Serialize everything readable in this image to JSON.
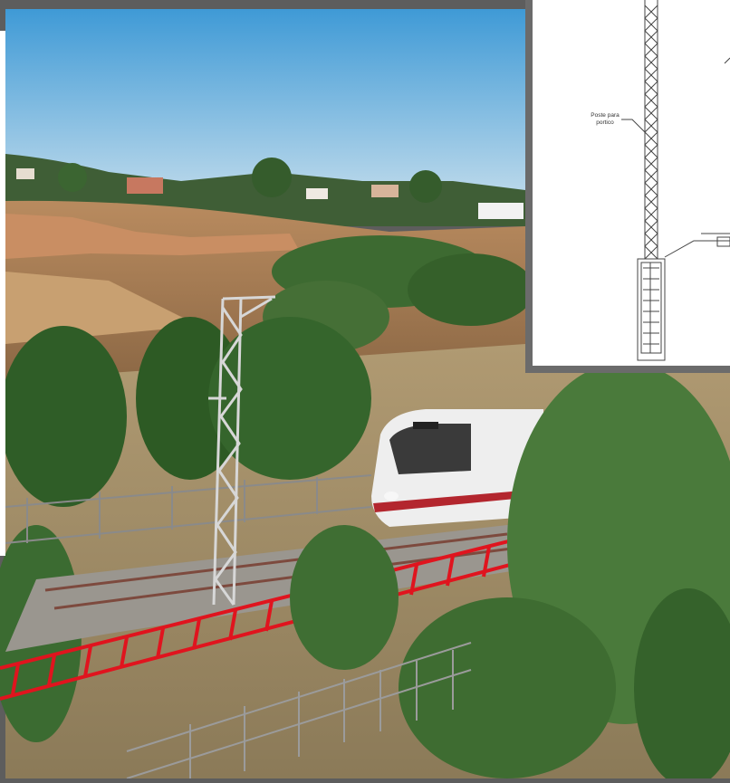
{
  "image": {
    "subject": "train-passing-catenary-mast",
    "colors": {
      "sky_top": "#3f9ad6",
      "sky_bottom": "#b8d7ea",
      "hills": "#b98b5f",
      "trees": "#3c6b2f",
      "rail": "#7d4a3e",
      "ballast": "#9a968f",
      "overlay_ladder": "#e0141e",
      "train_body": "#eeeeee",
      "train_stripe": "#b3262e",
      "frame_gray": "#5d5d5d"
    }
  },
  "inset": {
    "label_line1": "Poste para",
    "label_line2": "portico",
    "line_color": "#444444"
  }
}
